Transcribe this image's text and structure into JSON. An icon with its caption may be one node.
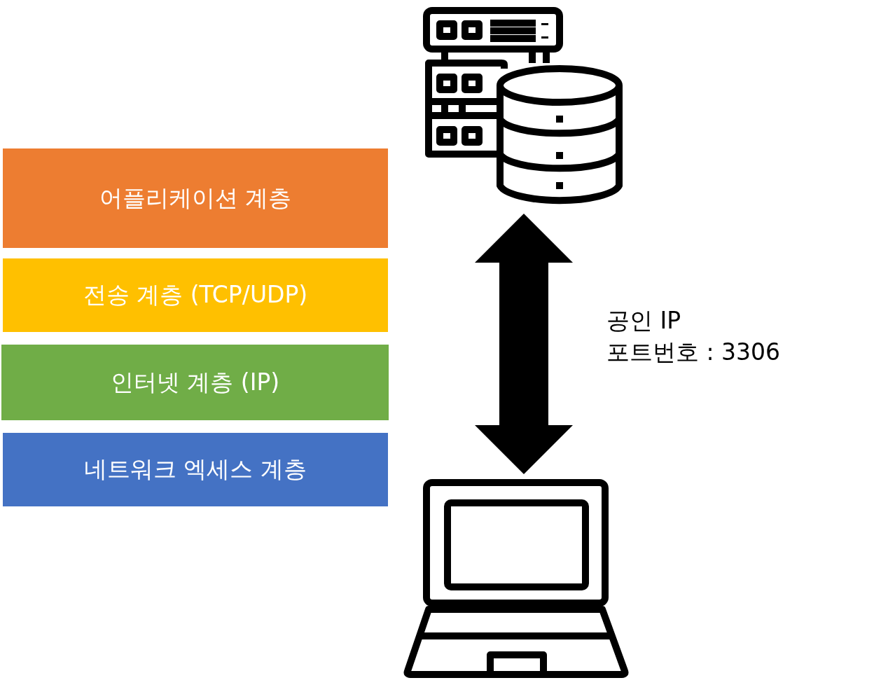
{
  "diagram": {
    "nodes": [
      {
        "text": [
          "어플리케이션 계층"
        ]
      },
      {
        "text": [
          "전송 계층 (TCP/UDP)"
        ]
      },
      {
        "text": [
          "인터넷 계층 (IP)"
        ]
      },
      {
        "text": [
          "네트워크 엑세스 계층"
        ]
      },
      {
        "text": [],
        "shape": "picture"
      },
      {
        "text": [],
        "shape": "picture"
      }
    ],
    "edges": [
      {
        "from": 4,
        "to": 5,
        "arrow": "both"
      }
    ],
    "labels": [
      "공인 IP",
      "포트번호 : 3306"
    ]
  }
}
